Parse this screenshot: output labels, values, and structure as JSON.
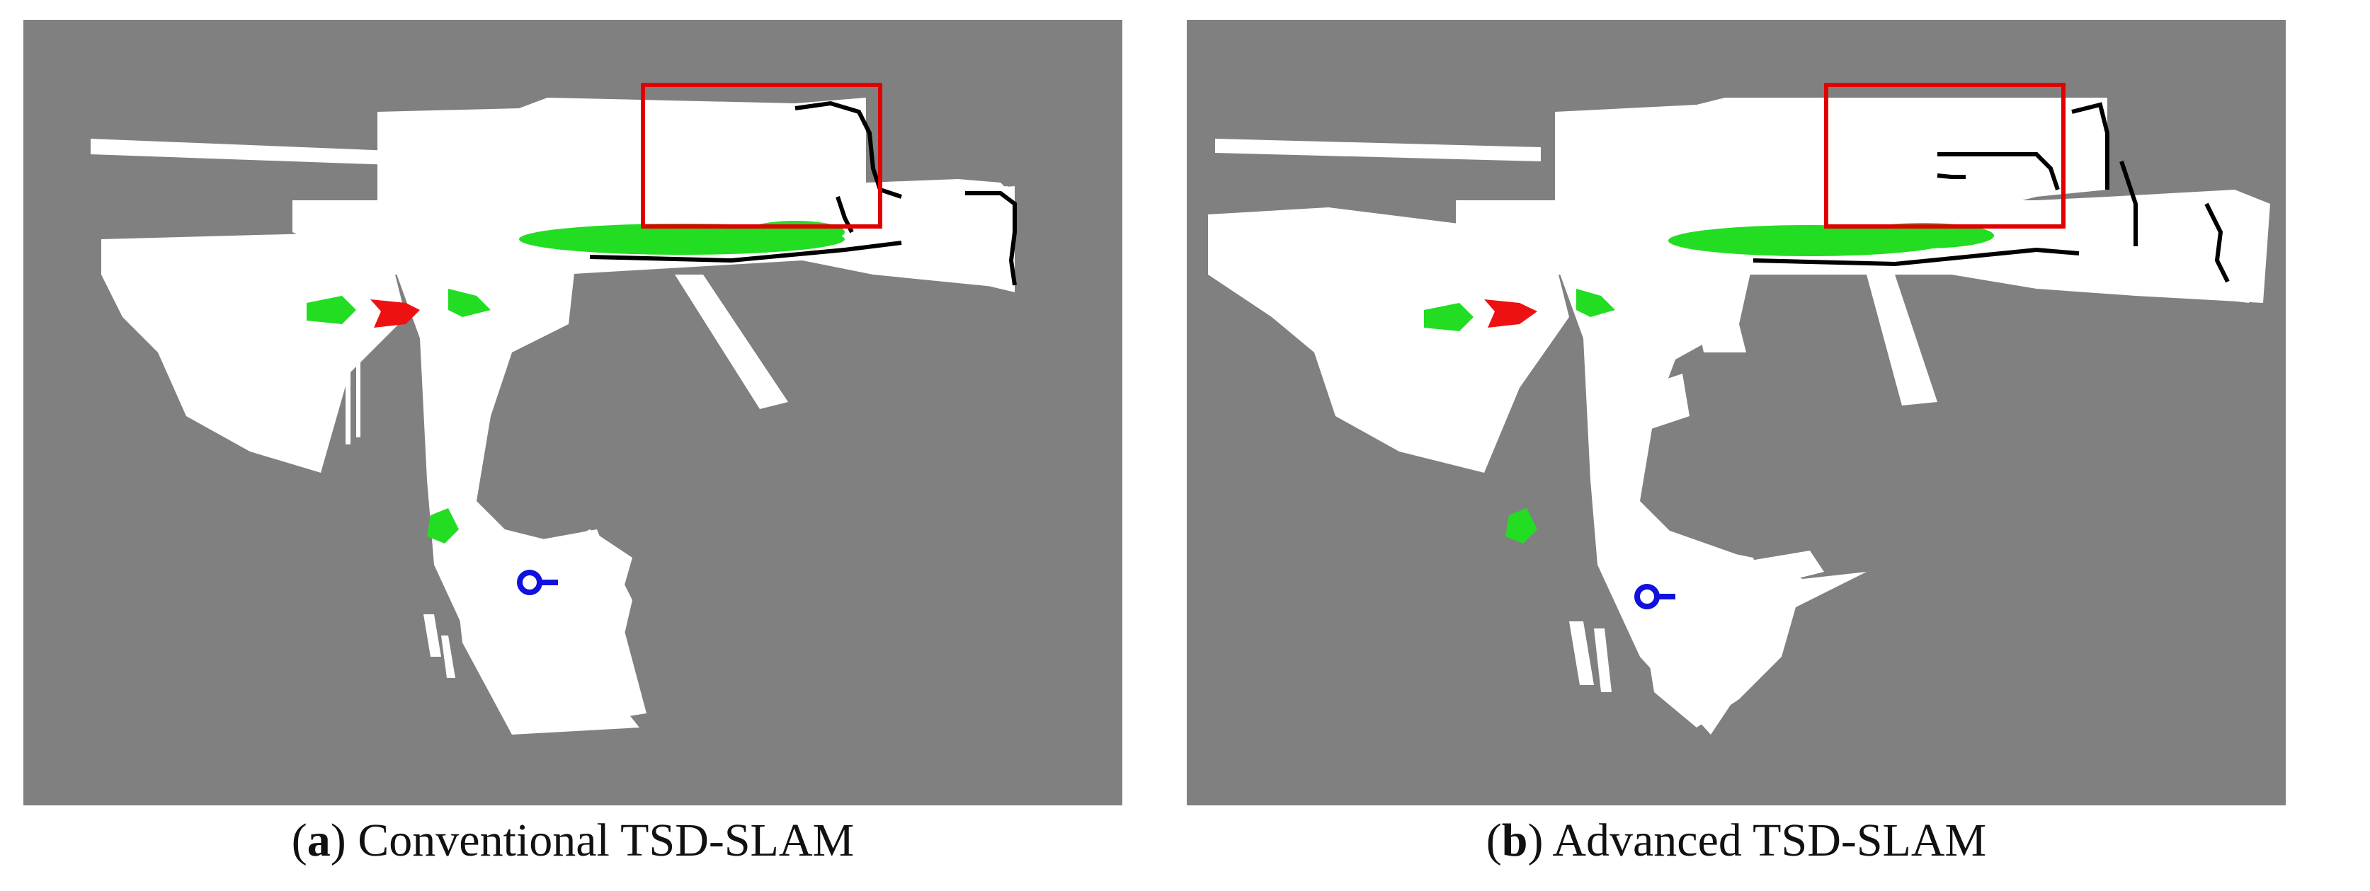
{
  "panels": [
    {
      "id": "a",
      "caption_letter": "a",
      "caption_text": "Conventional TSD-SLAM"
    },
    {
      "id": "b",
      "caption_letter": "b",
      "caption_text": "Advanced TSD-SLAM"
    }
  ],
  "colors": {
    "background_unknown": "#808080",
    "free_space": "#ffffff",
    "obstacle": "#000000",
    "highlight_box": "#e00000",
    "landmark_green": "#22dd22",
    "current_pose_red": "#ee1111",
    "start_pose_blue": "#1111dd"
  }
}
